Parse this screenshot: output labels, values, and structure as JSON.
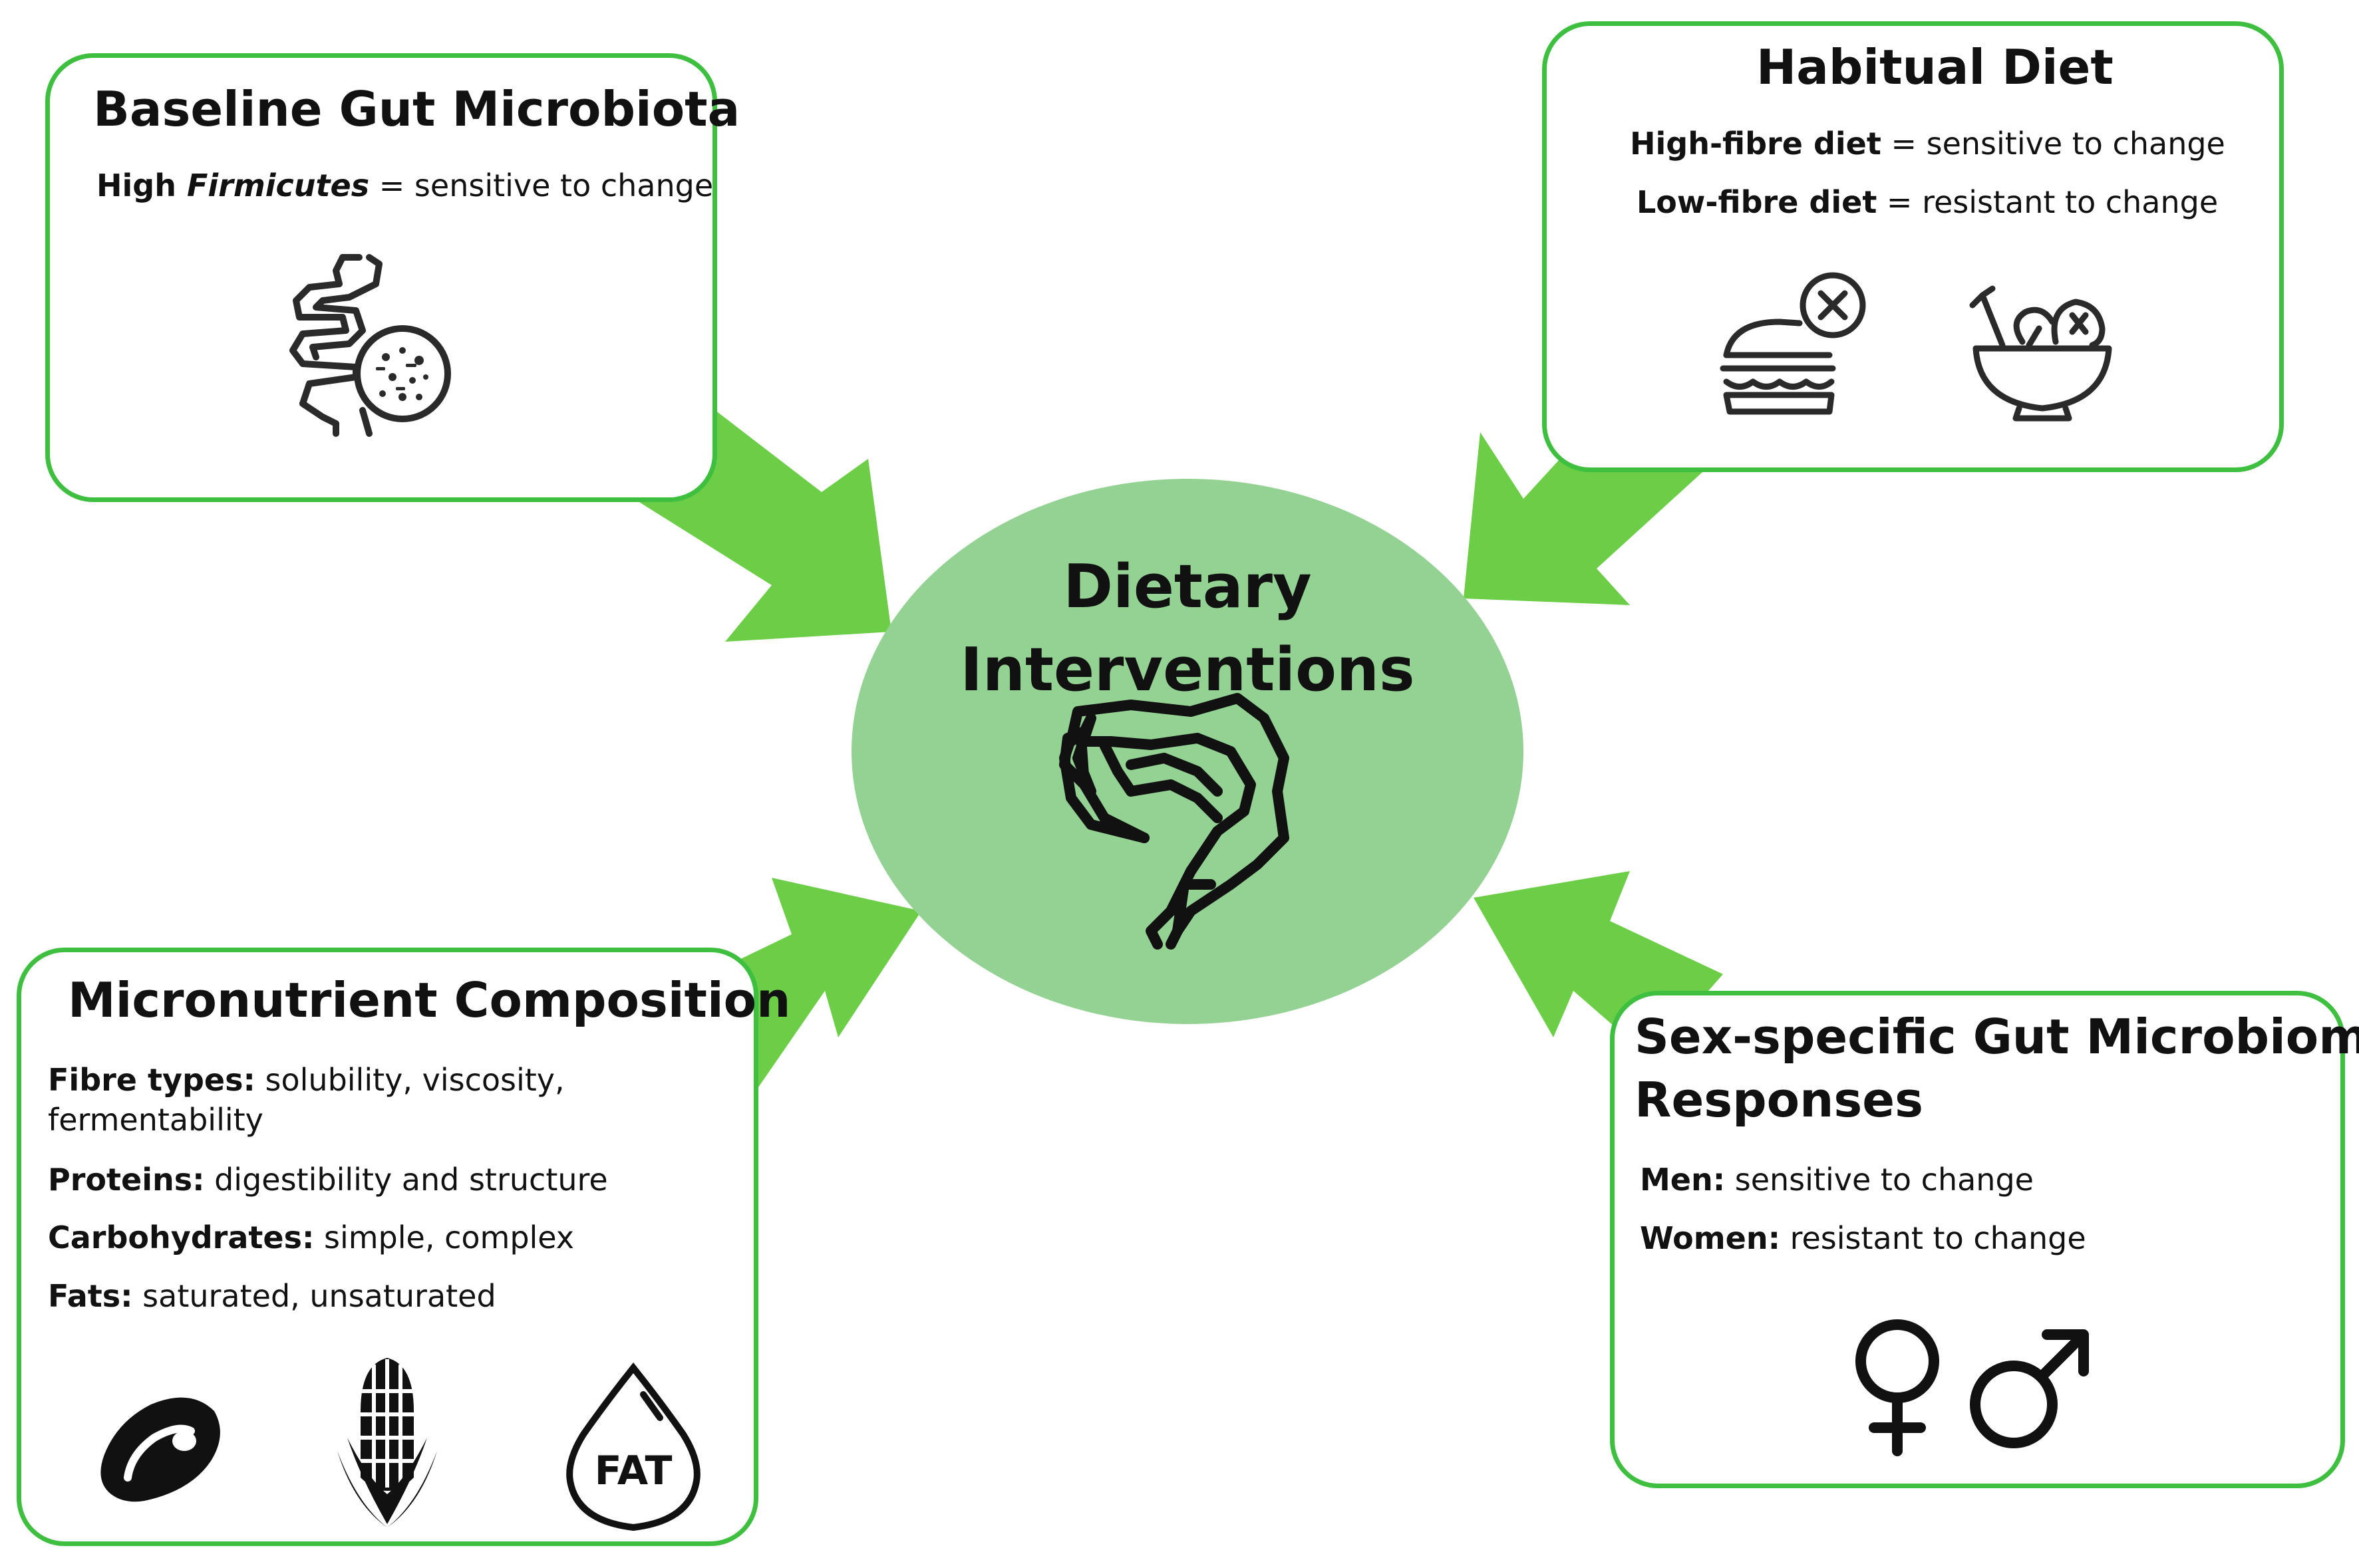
{
  "center": {
    "title_line1": "Dietary",
    "title_line2": "Interventions",
    "icon": "large-intestine-icon",
    "fill_color": "#93d293"
  },
  "colors": {
    "arrow": "#6cce47",
    "border": "#3fbf3f"
  },
  "boxes": {
    "baseline": {
      "title": "Baseline Gut Microbiota",
      "line_prefix": "High ",
      "line_italic": "Firmicutes",
      "line_suffix": " = sensitive to change",
      "icon": "intestine-bacteria-icon"
    },
    "habitual": {
      "title": "Habitual Diet",
      "line1_bold": "High-fibre diet",
      "line1_rest": " = sensitive to change",
      "line2_bold": "Low-fibre diet",
      "line2_rest": " = resistant to change",
      "icons": [
        "burger-crossed-icon",
        "salad-bowl-icon"
      ]
    },
    "micronutrient": {
      "title": "Micronutrient Composition",
      "fibre_bold": "Fibre types:",
      "fibre_rest1": " solubility, viscosity,",
      "fibre_rest2": "fermentability",
      "proteins_bold": "Proteins:",
      "proteins_rest": " digestibility and structure",
      "carbs_bold": "Carbohydrates:",
      "carbs_rest": " simple, complex",
      "fats_bold": "Fats:",
      "fats_rest": " saturated, unsaturated",
      "icons": [
        "steak-icon",
        "corn-icon",
        "fat-drop-icon"
      ],
      "fat_label": "FAT"
    },
    "sex": {
      "title_line1": "Sex-specific Gut Microbiome",
      "title_line2": "Responses",
      "men_bold": "Men:",
      "men_rest": " sensitive to change",
      "women_bold": "Women:",
      "women_rest": " resistant to change",
      "icons": [
        "female-symbol-icon",
        "male-symbol-icon"
      ]
    }
  }
}
